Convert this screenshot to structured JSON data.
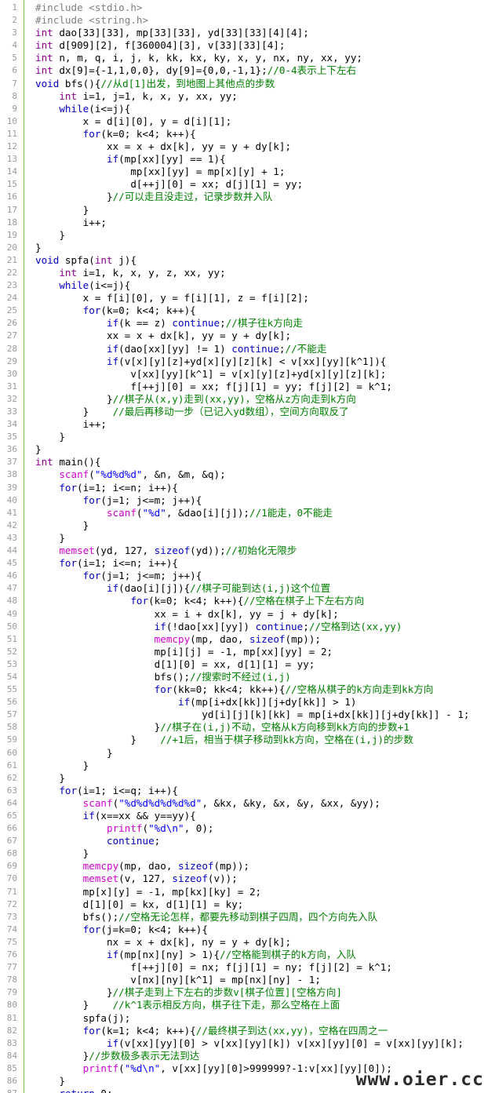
{
  "watermark": "www.oier.cc",
  "lines": [
    [
      [
        "p",
        "#include <stdio.h>"
      ]
    ],
    [
      [
        "p",
        "#include <string.h>"
      ]
    ],
    [
      [
        "t",
        "int"
      ],
      [
        "n",
        " dao[33][33], mp[33][33], yd[33][33][4][4];"
      ]
    ],
    [
      [
        "t",
        "int"
      ],
      [
        "n",
        " d[909][2], f[360004][3], v[33][33][4];"
      ]
    ],
    [
      [
        "t",
        "int"
      ],
      [
        "n",
        " n, m, q, i, j, k, kk, kx, ky, x, y, nx, ny, xx, yy;"
      ]
    ],
    [
      [
        "t",
        "int"
      ],
      [
        "n",
        " dx[9]={-1,1,0,0}, dy[9]={0,0,-1,1};"
      ],
      [
        "c",
        "//0-4表示上下左右"
      ]
    ],
    [
      [
        "k",
        "void"
      ],
      [
        "n",
        " bfs(){"
      ],
      [
        "c",
        "//从d[1]出发，到地图上其他点的步数"
      ]
    ],
    [
      [
        "n",
        "    "
      ],
      [
        "t",
        "int"
      ],
      [
        "n",
        " i=1, j=1, k, x, y, xx, yy;"
      ]
    ],
    [
      [
        "n",
        "    "
      ],
      [
        "k",
        "while"
      ],
      [
        "n",
        "(i<=j){"
      ]
    ],
    [
      [
        "n",
        "        x = d[i][0], y = d[i][1];"
      ]
    ],
    [
      [
        "n",
        "        "
      ],
      [
        "k",
        "for"
      ],
      [
        "n",
        "(k=0; k<4; k++){"
      ]
    ],
    [
      [
        "n",
        "            xx = x + dx[k], yy = y + dy[k];"
      ]
    ],
    [
      [
        "n",
        "            "
      ],
      [
        "k",
        "if"
      ],
      [
        "n",
        "(mp[xx][yy] == 1){"
      ]
    ],
    [
      [
        "n",
        "                mp[xx][yy] = mp[x][y] + 1;"
      ]
    ],
    [
      [
        "n",
        "                d[++j][0] = xx; d[j][1] = yy;"
      ]
    ],
    [
      [
        "n",
        "            }"
      ],
      [
        "c",
        "//可以走且没走过，记录步数并入队"
      ]
    ],
    [
      [
        "n",
        "        }"
      ]
    ],
    [
      [
        "n",
        "        i++;"
      ]
    ],
    [
      [
        "n",
        "    }"
      ]
    ],
    [
      [
        "n",
        "}"
      ]
    ],
    [
      [
        "k",
        "void"
      ],
      [
        "n",
        " spfa("
      ],
      [
        "t",
        "int"
      ],
      [
        "n",
        " j){"
      ]
    ],
    [
      [
        "n",
        "    "
      ],
      [
        "t",
        "int"
      ],
      [
        "n",
        " i=1, k, x, y, z, xx, yy;"
      ]
    ],
    [
      [
        "n",
        "    "
      ],
      [
        "k",
        "while"
      ],
      [
        "n",
        "(i<=j){"
      ]
    ],
    [
      [
        "n",
        "        x = f[i][0], y = f[i][1], z = f[i][2];"
      ]
    ],
    [
      [
        "n",
        "        "
      ],
      [
        "k",
        "for"
      ],
      [
        "n",
        "(k=0; k<4; k++){"
      ]
    ],
    [
      [
        "n",
        "            "
      ],
      [
        "k",
        "if"
      ],
      [
        "n",
        "(k == z) "
      ],
      [
        "k",
        "continue"
      ],
      [
        "n",
        ";"
      ],
      [
        "c",
        "//棋子往k方向走"
      ]
    ],
    [
      [
        "n",
        "            xx = x + dx[k], yy = y + dy[k];"
      ]
    ],
    [
      [
        "n",
        "            "
      ],
      [
        "k",
        "if"
      ],
      [
        "n",
        "(dao[xx][yy] != 1) "
      ],
      [
        "k",
        "continue"
      ],
      [
        "n",
        ";"
      ],
      [
        "c",
        "//不能走"
      ]
    ],
    [
      [
        "n",
        "            "
      ],
      [
        "k",
        "if"
      ],
      [
        "n",
        "(v[x][y][z]+yd[x][y][z][k] < v[xx][yy][k^1]){"
      ]
    ],
    [
      [
        "n",
        "                v[xx][yy][k^1] = v[x][y][z]+yd[x][y][z][k];"
      ]
    ],
    [
      [
        "n",
        "                f[++j][0] = xx; f[j][1] = yy; f[j][2] = k^1;"
      ]
    ],
    [
      [
        "n",
        "            }"
      ],
      [
        "c",
        "//棋子从(x,y)走到(xx,yy)，空格从z方向走到k方向"
      ]
    ],
    [
      [
        "n",
        "        }    "
      ],
      [
        "c",
        "//最后再移动一步（已记入yd数组），空间方向取反了"
      ]
    ],
    [
      [
        "n",
        "        i++;"
      ]
    ],
    [
      [
        "n",
        "    }"
      ]
    ],
    [
      [
        "n",
        "}"
      ]
    ],
    [
      [
        "t",
        "int"
      ],
      [
        "n",
        " main(){"
      ]
    ],
    [
      [
        "n",
        "    "
      ],
      [
        "f",
        "scanf"
      ],
      [
        "n",
        "("
      ],
      [
        "s",
        "\"%d%d%d\""
      ],
      [
        "n",
        ", &n, &m, &q);"
      ]
    ],
    [
      [
        "n",
        "    "
      ],
      [
        "k",
        "for"
      ],
      [
        "n",
        "(i=1; i<=n; i++){"
      ]
    ],
    [
      [
        "n",
        "        "
      ],
      [
        "k",
        "for"
      ],
      [
        "n",
        "(j=1; j<=m; j++){"
      ]
    ],
    [
      [
        "n",
        "            "
      ],
      [
        "f",
        "scanf"
      ],
      [
        "n",
        "("
      ],
      [
        "s",
        "\"%d\""
      ],
      [
        "n",
        ", &dao[i][j]);"
      ],
      [
        "c",
        "//1能走，0不能走"
      ]
    ],
    [
      [
        "n",
        "        }"
      ]
    ],
    [
      [
        "n",
        "    }"
      ]
    ],
    [
      [
        "n",
        "    "
      ],
      [
        "f",
        "memset"
      ],
      [
        "n",
        "(yd, 127, "
      ],
      [
        "k",
        "sizeof"
      ],
      [
        "n",
        "(yd));"
      ],
      [
        "c",
        "//初始化无限步"
      ]
    ],
    [
      [
        "n",
        "    "
      ],
      [
        "k",
        "for"
      ],
      [
        "n",
        "(i=1; i<=n; i++){"
      ]
    ],
    [
      [
        "n",
        "        "
      ],
      [
        "k",
        "for"
      ],
      [
        "n",
        "(j=1; j<=m; j++){"
      ]
    ],
    [
      [
        "n",
        "            "
      ],
      [
        "k",
        "if"
      ],
      [
        "n",
        "(dao[i][j]){"
      ],
      [
        "c",
        "//棋子可能到达(i,j)这个位置"
      ]
    ],
    [
      [
        "n",
        "                "
      ],
      [
        "k",
        "for"
      ],
      [
        "n",
        "(k=0; k<4; k++){"
      ],
      [
        "c",
        "//空格在棋子上下左右方向"
      ]
    ],
    [
      [
        "n",
        "                    xx = i + dx[k], yy = j + dy[k];"
      ]
    ],
    [
      [
        "n",
        "                    "
      ],
      [
        "k",
        "if"
      ],
      [
        "n",
        "(!dao[xx][yy]) "
      ],
      [
        "k",
        "continue"
      ],
      [
        "n",
        ";"
      ],
      [
        "c",
        "//空格到达(xx,yy)"
      ]
    ],
    [
      [
        "n",
        "                    "
      ],
      [
        "f",
        "memcpy"
      ],
      [
        "n",
        "(mp, dao, "
      ],
      [
        "k",
        "sizeof"
      ],
      [
        "n",
        "(mp));"
      ]
    ],
    [
      [
        "n",
        "                    mp[i][j] = -1, mp[xx][yy] = 2;"
      ]
    ],
    [
      [
        "n",
        "                    d[1][0] = xx, d[1][1] = yy;"
      ]
    ],
    [
      [
        "n",
        "                    bfs();"
      ],
      [
        "c",
        "//搜索时不经过(i,j)"
      ]
    ],
    [
      [
        "n",
        "                    "
      ],
      [
        "k",
        "for"
      ],
      [
        "n",
        "(kk=0; kk<4; kk++){"
      ],
      [
        "c",
        "//空格从棋子的k方向走到kk方向"
      ]
    ],
    [
      [
        "n",
        "                        "
      ],
      [
        "k",
        "if"
      ],
      [
        "n",
        "(mp[i+dx[kk]][j+dy[kk]] > 1)"
      ]
    ],
    [
      [
        "n",
        "                            yd[i][j][k][kk] = mp[i+dx[kk]][j+dy[kk]] - 1;"
      ]
    ],
    [
      [
        "n",
        "                    }"
      ],
      [
        "c",
        "//棋子在(i,j)不动，空格从k方向移到kk方向的步数+1"
      ]
    ],
    [
      [
        "n",
        "                }    "
      ],
      [
        "c",
        "//+1后，相当于棋子移动到kk方向，空格在(i,j)的步数"
      ]
    ],
    [
      [
        "n",
        "            }"
      ]
    ],
    [
      [
        "n",
        "        }"
      ]
    ],
    [
      [
        "n",
        "    }"
      ]
    ],
    [
      [
        "n",
        "    "
      ],
      [
        "k",
        "for"
      ],
      [
        "n",
        "(i=1; i<=q; i++){"
      ]
    ],
    [
      [
        "n",
        "        "
      ],
      [
        "f",
        "scanf"
      ],
      [
        "n",
        "("
      ],
      [
        "s",
        "\"%d%d%d%d%d%d\""
      ],
      [
        "n",
        ", &kx, &ky, &x, &y, &xx, &yy);"
      ]
    ],
    [
      [
        "n",
        "        "
      ],
      [
        "k",
        "if"
      ],
      [
        "n",
        "(x==xx && y==yy){"
      ]
    ],
    [
      [
        "n",
        "            "
      ],
      [
        "f",
        "printf"
      ],
      [
        "n",
        "("
      ],
      [
        "s",
        "\"%d\\n\""
      ],
      [
        "n",
        ", 0);"
      ]
    ],
    [
      [
        "n",
        "            "
      ],
      [
        "k",
        "continue"
      ],
      [
        "n",
        ";"
      ]
    ],
    [
      [
        "n",
        "        }"
      ]
    ],
    [
      [
        "n",
        "        "
      ],
      [
        "f",
        "memcpy"
      ],
      [
        "n",
        "(mp, dao, "
      ],
      [
        "k",
        "sizeof"
      ],
      [
        "n",
        "(mp));"
      ]
    ],
    [
      [
        "n",
        "        "
      ],
      [
        "f",
        "memset"
      ],
      [
        "n",
        "(v, 127, "
      ],
      [
        "k",
        "sizeof"
      ],
      [
        "n",
        "(v));"
      ]
    ],
    [
      [
        "n",
        "        mp[x][y] = -1, mp[kx][ky] = 2;"
      ]
    ],
    [
      [
        "n",
        "        d[1][0] = kx, d[1][1] = ky;"
      ]
    ],
    [
      [
        "n",
        "        bfs();"
      ],
      [
        "c",
        "//空格无论怎样，都要先移动到棋子四周，四个方向先入队"
      ]
    ],
    [
      [
        "n",
        "        "
      ],
      [
        "k",
        "for"
      ],
      [
        "n",
        "(j=k=0; k<4; k++){"
      ]
    ],
    [
      [
        "n",
        "            nx = x + dx[k], ny = y + dy[k];"
      ]
    ],
    [
      [
        "n",
        "            "
      ],
      [
        "k",
        "if"
      ],
      [
        "n",
        "(mp[nx][ny] > 1){"
      ],
      [
        "c",
        "//空格能到棋子的k方向，入队"
      ]
    ],
    [
      [
        "n",
        "                f[++j][0] = nx; f[j][1] = ny; f[j][2] = k^1;"
      ]
    ],
    [
      [
        "n",
        "                v[nx][ny][k^1] = mp[nx][ny] - 1;"
      ]
    ],
    [
      [
        "n",
        "            }"
      ],
      [
        "c",
        "//棋子走到上下左右的步数v[棋子位置][空格方向]"
      ]
    ],
    [
      [
        "n",
        "        }    "
      ],
      [
        "c",
        "//k^1表示相反方向，棋子往下走，那么空格在上面"
      ]
    ],
    [
      [
        "n",
        "        spfa(j);"
      ]
    ],
    [
      [
        "n",
        "        "
      ],
      [
        "k",
        "for"
      ],
      [
        "n",
        "(k=1; k<4; k++){"
      ],
      [
        "c",
        "//最终棋子到达(xx,yy)，空格在四周之一"
      ]
    ],
    [
      [
        "n",
        "            "
      ],
      [
        "k",
        "if"
      ],
      [
        "n",
        "(v[xx][yy][0] > v[xx][yy][k]) v[xx][yy][0] = v[xx][yy][k];"
      ]
    ],
    [
      [
        "n",
        "        }"
      ],
      [
        "c",
        "//步数极多表示无法到达"
      ]
    ],
    [
      [
        "n",
        "        "
      ],
      [
        "f",
        "printf"
      ],
      [
        "n",
        "("
      ],
      [
        "s",
        "\"%d\\n\""
      ],
      [
        "n",
        ", v[xx][yy][0]>999999?-1:v[xx][yy][0]);"
      ]
    ],
    [
      [
        "n",
        "    }"
      ]
    ],
    [
      [
        "n",
        "    "
      ],
      [
        "k",
        "return"
      ],
      [
        "n",
        " 0;"
      ]
    ],
    [
      [
        "n",
        "}"
      ]
    ]
  ]
}
